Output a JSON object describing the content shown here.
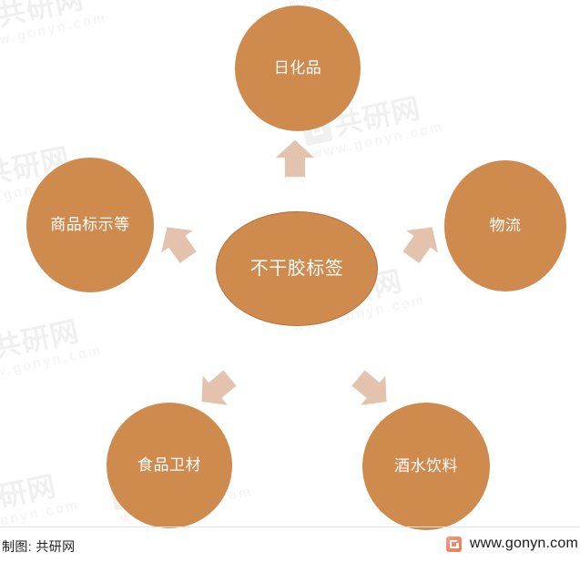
{
  "diagram": {
    "type": "hub-and-spoke",
    "center": {
      "label": "不干胶标签",
      "fill": "#cf8a4e",
      "stroke": "#b5703a"
    },
    "nodes": [
      {
        "id": "top",
        "label": "日化品",
        "fill": "#cf8a4e"
      },
      {
        "id": "right",
        "label": "物流",
        "fill": "#cf8a4e"
      },
      {
        "id": "bottom-right",
        "label": "酒水饮料",
        "fill": "#cf8a4e"
      },
      {
        "id": "bottom-left",
        "label": "食品卫材",
        "fill": "#cf8a4e"
      },
      {
        "id": "left",
        "label": "商品标示等",
        "fill": "#cf8a4e"
      }
    ],
    "arrows": [
      {
        "id": "arrow-to-top",
        "direction": "up",
        "fill": "#e3c3ae"
      },
      {
        "id": "arrow-to-right",
        "direction": "up-right",
        "fill": "#e3c3ae"
      },
      {
        "id": "arrow-to-bottom-right",
        "direction": "up-right",
        "fill": "#e3c3ae"
      },
      {
        "id": "arrow-to-bottom-left",
        "direction": "up-left",
        "fill": "#e3c3ae"
      },
      {
        "id": "arrow-to-left",
        "direction": "up-left",
        "fill": "#e3c3ae"
      }
    ]
  },
  "watermark": {
    "brand": "共研网",
    "url": "www.gonyn.com"
  },
  "footer": {
    "credit": "制图: 共研网",
    "site_url": "www.gonyn.com",
    "logo_name": "gonyn-logo-icon"
  }
}
